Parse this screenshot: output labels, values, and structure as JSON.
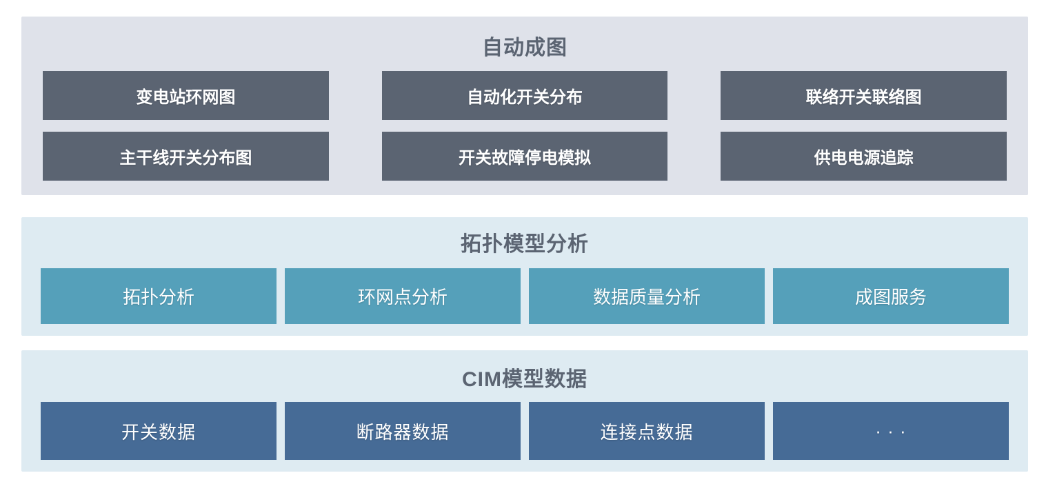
{
  "page": {
    "background": "#ffffff"
  },
  "sections": [
    {
      "id": "auto-diagram",
      "title": "自动成图",
      "title_color": "#5b6472",
      "panel_bg": "#dfe2ea",
      "button_bg": "#5b6472",
      "button_text_color": "#ffffff",
      "buttons": [
        "变电站环网图",
        "自动化开关分布",
        "联络开关联络图",
        "主干线开关分布图",
        "开关故障停电模拟",
        "供电电源追踪"
      ]
    },
    {
      "id": "topology-model-analysis",
      "title": "拓扑模型分析",
      "title_color": "#5b6472",
      "panel_bg": "#deebf2",
      "button_bg": "#55a0ba",
      "button_text_color": "#ffffff",
      "buttons": [
        "拓扑分析",
        "环网点分析",
        "数据质量分析",
        "成图服务"
      ]
    },
    {
      "id": "cim-model-data",
      "title": "CIM模型数据",
      "title_color": "#5b6472",
      "panel_bg": "#deebf2",
      "button_bg": "#466b96",
      "button_text_color": "#ffffff",
      "buttons": [
        "开关数据",
        "断路器数据",
        "连接点数据",
        "· · ·"
      ]
    }
  ]
}
